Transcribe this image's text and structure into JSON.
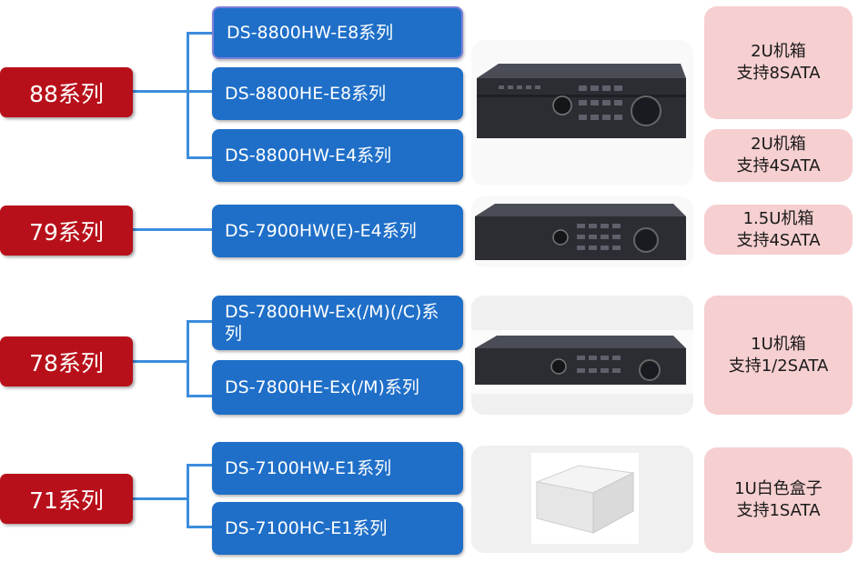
{
  "groups": [
    {
      "series_label": "88系列",
      "models": [
        "DS-8800HW-E8系列",
        "DS-8800HE-E8系列",
        "DS-8800HW-E4系列"
      ],
      "specs": [
        {
          "line1": "2U机箱",
          "line2": "支持8SATA"
        },
        {
          "line1": "2U机箱",
          "line2": "支持4SATA"
        }
      ]
    },
    {
      "series_label": "79系列",
      "models": [
        "DS-7900HW(E)-E4系列"
      ],
      "specs": [
        {
          "line1": "1.5U机箱",
          "line2": "支持4SATA"
        }
      ]
    },
    {
      "series_label": "78系列",
      "models": [
        "DS-7800HW-Ex(/M)(/C)系列",
        "DS-7800HE-Ex(/M)系列"
      ],
      "specs": [
        {
          "line1": "1U机箱",
          "line2": "支持1/2SATA"
        }
      ]
    },
    {
      "series_label": "71系列",
      "models": [
        "DS-7100HW-E1系列",
        "DS-7100HC-E1系列"
      ],
      "specs": [
        {
          "line1": "1U白色盒子",
          "line2": "支持1SATA"
        }
      ]
    }
  ],
  "colors": {
    "series": "#b8101a",
    "model": "#1f6fc8",
    "spec": "#f6cfd0",
    "connector": "#3c8ddc"
  }
}
